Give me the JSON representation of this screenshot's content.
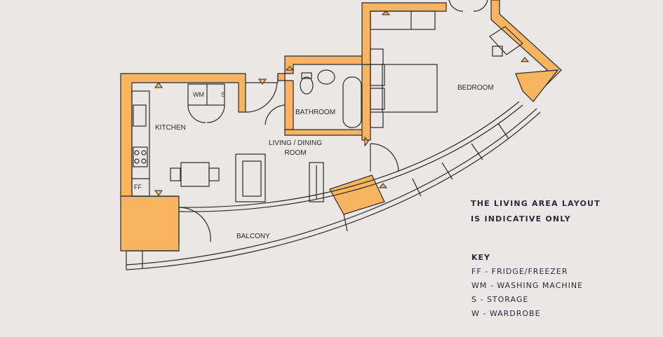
{
  "rooms": {
    "kitchen": "KITCHEN",
    "bathroom": "BATHROOM",
    "bedroom": "BEDROOM",
    "living_line1": "LIVING / DINING",
    "living_line2": "ROOM",
    "balcony": "BALCONY"
  },
  "appliances": {
    "wm": "WM",
    "s": "S",
    "ff": "FF"
  },
  "note": {
    "line1": "THE LIVING AREA LAYOUT",
    "line2": "IS INDICATIVE ONLY"
  },
  "key": {
    "title": "KEY",
    "items": [
      "FF - FRIDGE/FREEZER",
      "WM - WASHING MACHINE",
      "S - STORAGE",
      "W - WARDROBE"
    ]
  },
  "colors": {
    "background": "#ebe7e6",
    "wall_fill": "#f9b45f",
    "line": "#2a2a2a"
  }
}
